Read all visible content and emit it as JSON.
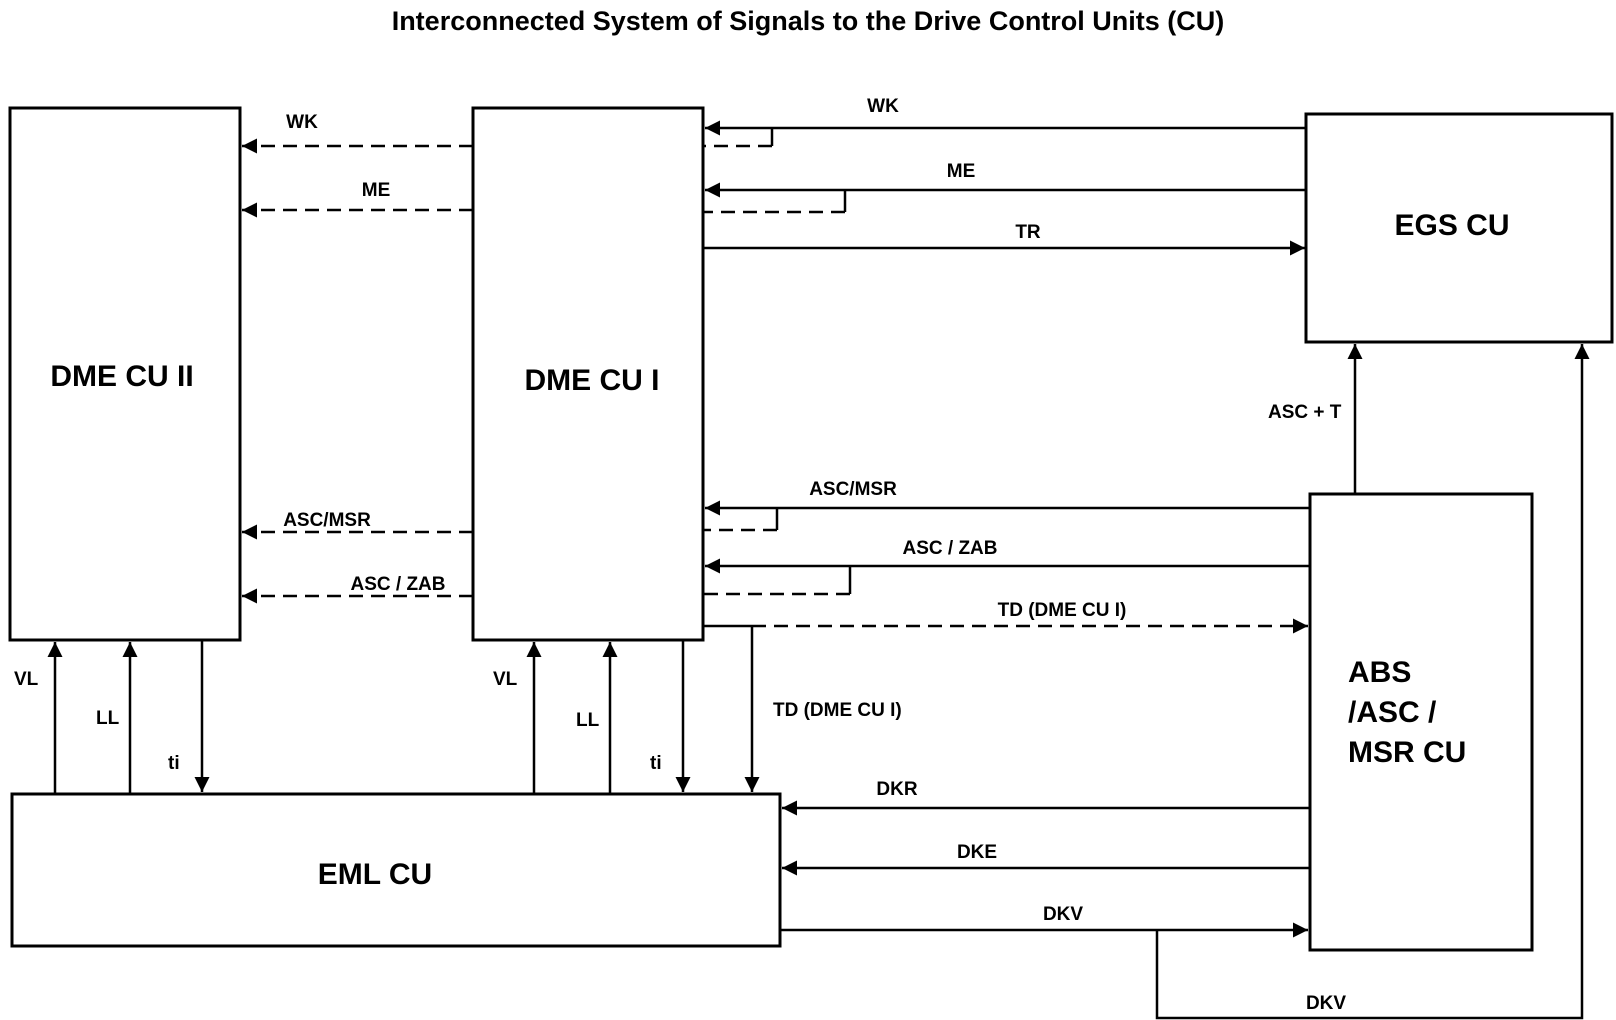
{
  "title": "Interconnected System of Signals to the Drive Control Units (CU)",
  "units": {
    "dme2": "DME CU II",
    "dme1": "DME CU I",
    "egs": "EGS CU",
    "abs_lines": [
      "ABS",
      "/ASC /",
      "MSR CU"
    ],
    "eml": "EML CU"
  },
  "signals": {
    "wk_top": "WK",
    "me_top": "ME",
    "tr": "TR",
    "wk_left": "WK",
    "me_left": "ME",
    "asc_msr_right": "ASC/MSR",
    "asc_zab_right": "ASC / ZAB",
    "asc_msr_left": "ASC/MSR",
    "asc_zab_left": "ASC / ZAB",
    "td_horizontal": "TD (DME CU I)",
    "td_vertical": "TD (DME CU I)",
    "asc_t": "ASC + T",
    "vl_dme2": "VL",
    "ll_dme2": "LL",
    "ti_dme2": "ti",
    "vl_dme1": "VL",
    "ll_dme1": "LL",
    "ti_dme1": "ti",
    "dkr": "DKR",
    "dke": "DKE",
    "dkv": "DKV",
    "dkv_bottom": "DKV"
  }
}
